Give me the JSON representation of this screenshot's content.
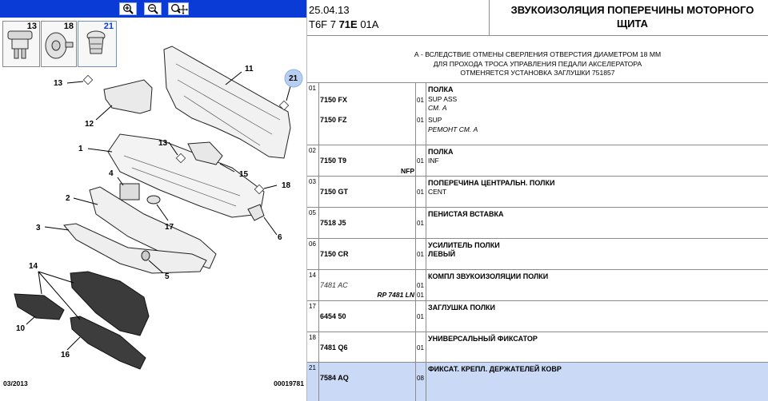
{
  "toolbar": {
    "zoom_in_icon": "magnifier-plus",
    "zoom_out_icon": "magnifier-minus",
    "pan_icon": "magnifier-move"
  },
  "thumbnails": [
    {
      "num": "13"
    },
    {
      "num": "18"
    },
    {
      "num": "21"
    }
  ],
  "diagram": {
    "callouts": [
      "11",
      "21",
      "13",
      "12",
      "1",
      "13",
      "15",
      "4",
      "18",
      "2",
      "17",
      "6",
      "3",
      "5",
      "14",
      "10",
      "16"
    ],
    "footer_left": "03/2013",
    "footer_right": "00019781"
  },
  "header": {
    "date": "25.04.13",
    "code_prefix": "T6F 7 ",
    "code_bold": "71E",
    "code_suffix": " 01A",
    "title": "ЗВУКОИЗОЛЯЦИЯ ПОПЕРЕЧИНЫ МОТОРНОГО ЩИТА"
  },
  "note": {
    "lines": [
      "А - ВСЛЕДСТВИЕ ОТМЕНЫ СВЕРЛЕНИЯ ОТВЕРСТИЯ ДИАМЕТРОМ 18 ММ",
      "ДЛЯ ПРОХОДА ТРОСА УПРАВЛЕНИЯ ПЕДАЛИ АКСЕЛЕРАТОРА",
      "ОТМЕНЯЕТСЯ УСТАНОВКА ЗАГЛУШКИ 751857"
    ]
  },
  "rows": [
    {
      "group": "01",
      "desc": "ПОЛКА",
      "lines": [
        {
          "ref": "7150 FX",
          "qty": "01",
          "sub": [
            "SUP ASS",
            "СМ. А"
          ]
        },
        {
          "ref": "7150 FZ",
          "qty": "01",
          "sub": [
            "SUP",
            "РЕМОНТ СМ. А"
          ]
        }
      ]
    },
    {
      "group": "02",
      "desc": "ПОЛКА",
      "ref": "7150 T9",
      "qty": "01",
      "sub": "INF",
      "extra": "NFP"
    },
    {
      "group": "03",
      "desc": "ПОПЕРЕЧИНА ЦЕНТРАЛЬН. ПОЛКИ",
      "ref": "7150 GT",
      "qty": "01",
      "sub": "CENT"
    },
    {
      "group": "05",
      "desc": "ПЕНИСТАЯ ВСТАВКА",
      "ref": "7518 J5",
      "qty": "01"
    },
    {
      "group": "06",
      "desc": "УСИЛИТЕЛЬ ПОЛКИ",
      "ref": "7150 CR",
      "qty": "01",
      "sub": "ЛЕВЫЙ"
    },
    {
      "group": "14",
      "desc": "КОМПЛ ЗВУКОИЗОЛЯЦИИ ПОЛКИ",
      "ref": "7481 AC",
      "qty": "01",
      "extra": "RP 7481 LN",
      "qty2": "01"
    },
    {
      "group": "17",
      "desc": "ЗАГЛУШКА ПОЛКИ",
      "ref": "6454 50",
      "qty": "01"
    },
    {
      "group": "18",
      "desc": "УНИВЕРСАЛЬНЫЙ ФИКСАТОР",
      "ref": "7481 Q6",
      "qty": "01"
    },
    {
      "group": "21",
      "desc": "ФИКСАТ. КРЕПЛ. ДЕРЖАТЕЛЕЙ КОВР",
      "ref": "7584 AQ",
      "qty": "08"
    }
  ],
  "colors": {
    "toolbar": "#0b3bd6",
    "highlight_row": "#c9d9f6",
    "callout_badge": "#b8cef1"
  }
}
